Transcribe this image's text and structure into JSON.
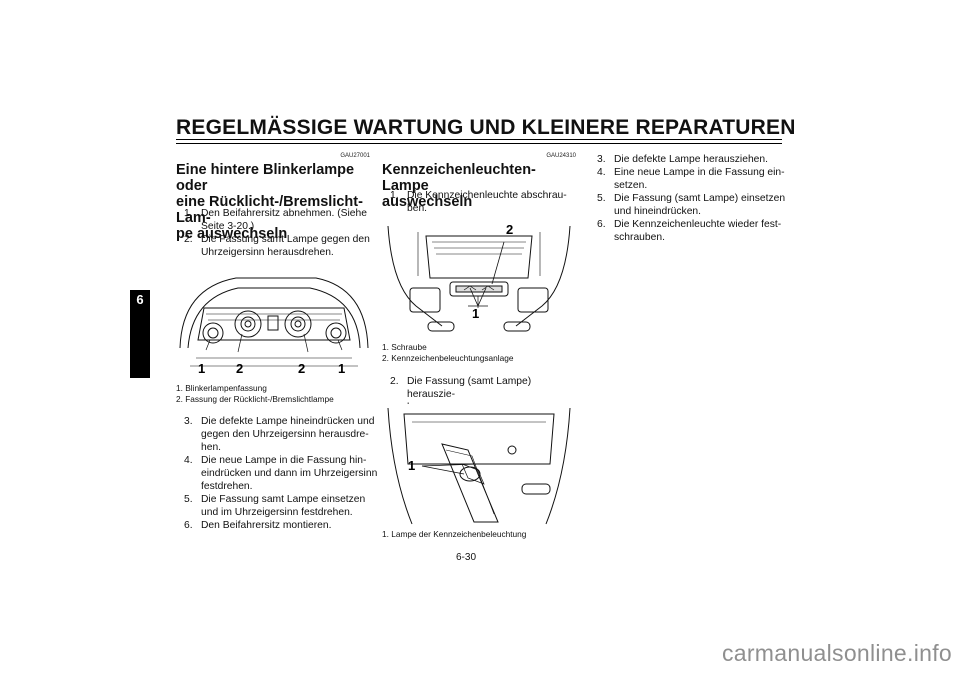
{
  "header": {
    "title": "REGELMÄSSIGE WARTUNG UND KLEINERE REPARATUREN"
  },
  "chapter_tab": "6",
  "left": {
    "code": "GAU27001",
    "title": [
      "Eine hintere Blinkerlampe oder",
      "eine Rücklicht-/Bremslicht-Lam-",
      "pe auswechseln"
    ],
    "steps_a": [
      {
        "n": "1.",
        "lines": [
          "Den Beifahrersitz abnehmen. (Siehe",
          "Seite 3-20.)"
        ]
      },
      {
        "n": "2.",
        "lines": [
          "Die Fassung samt Lampe gegen den",
          "Uhrzeigersinn herausdrehen."
        ]
      }
    ],
    "figure_labels": [
      "1",
      "2",
      "2",
      "1"
    ],
    "captions": [
      "1.  Blinkerlampenfassung",
      "2.  Fassung der Rücklicht-/Bremslichtlampe"
    ],
    "steps_b": [
      {
        "n": "3.",
        "lines": [
          "Die defekte Lampe hineindrücken und",
          "gegen den Uhrzeigersinn herausdre-",
          "hen."
        ]
      },
      {
        "n": "4.",
        "lines": [
          "Die neue Lampe in die Fassung hin-",
          "eindrücken und dann im Uhrzeigersinn",
          "festdrehen."
        ]
      },
      {
        "n": "5.",
        "lines": [
          "Die Fassung samt Lampe einsetzen",
          "und im Uhrzeigersinn festdrehen."
        ]
      },
      {
        "n": "6.",
        "lines": [
          "Den Beifahrersitz montieren."
        ]
      }
    ]
  },
  "middle": {
    "code": "GAU24310",
    "title": [
      "Kennzeichenleuchten-Lampe",
      "auswechseln"
    ],
    "steps_a": [
      {
        "n": "1.",
        "lines": [
          "Die Kennzeichenleuchte abschrau-",
          "ben."
        ]
      }
    ],
    "figure1_labels": [
      "2",
      "1"
    ],
    "captions1": [
      "1.  Schraube",
      "2.  Kennzeichenbeleuchtungsanlage"
    ],
    "steps_b": [
      {
        "n": "2.",
        "lines": [
          "Die Fassung (samt Lampe) herauszie-",
          "hen."
        ]
      }
    ],
    "figure2_labels": [
      "1"
    ],
    "captions2": [
      "1.  Lampe der Kennzeichenbeleuchtung"
    ]
  },
  "right": {
    "steps": [
      {
        "n": "3.",
        "lines": [
          "Die defekte Lampe herausziehen."
        ]
      },
      {
        "n": "4.",
        "lines": [
          "Eine neue Lampe in die Fassung ein-",
          "setzen."
        ]
      },
      {
        "n": "5.",
        "lines": [
          "Die Fassung (samt Lampe) einsetzen",
          "und hineindrücken."
        ]
      },
      {
        "n": "6.",
        "lines": [
          "Die Kennzeichenleuchte wieder fest-",
          "schrauben."
        ]
      }
    ]
  },
  "page_number": "6-30",
  "watermark": "carmanualsonline.info"
}
